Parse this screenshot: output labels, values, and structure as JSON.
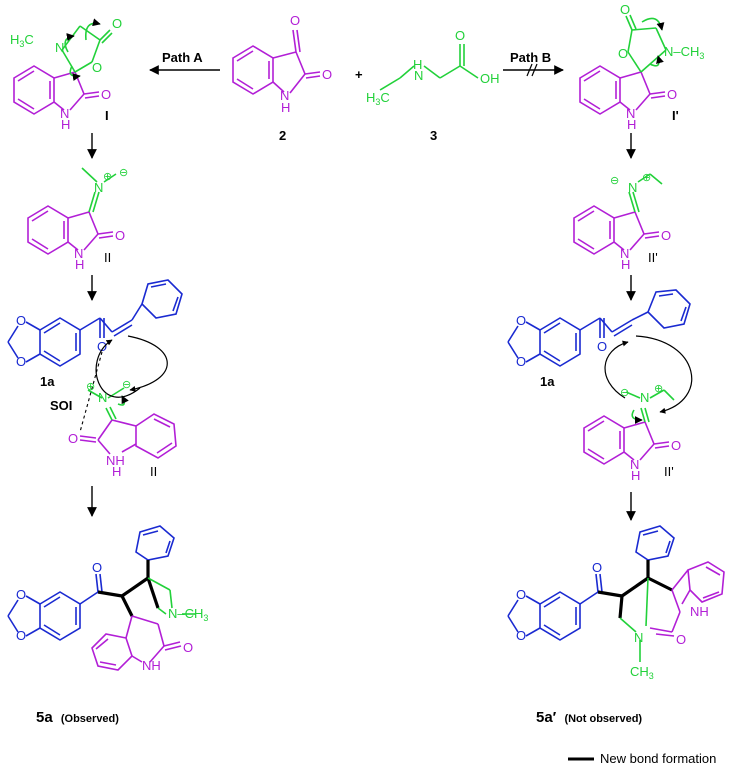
{
  "colors": {
    "isatin": "#b21fd6",
    "sarcosine": "#22d13a",
    "chalcone": "#1a2ad1",
    "arrow": "#000000",
    "new_bond": "#000000"
  },
  "compounds": {
    "isatin_label": "2",
    "sarcosine_label": "3",
    "chalcone_left_label": "1a",
    "chalcone_right_label": "1a",
    "product_observed_id": "5a",
    "product_observed_note": "(Observed)",
    "product_unobserved_id": "5a′",
    "product_unobserved_note": "(Not observed)"
  },
  "intermediates": {
    "oxazolidinone_left": "I",
    "oxazolidinone_right": "I'",
    "ylide_left": "II",
    "ylide_right": "II'",
    "ylide_left_tpl": "II",
    "ylide_right_tpl": "II'"
  },
  "paths": {
    "path_a": "Path A",
    "path_b": "Path B",
    "plus": "+"
  },
  "annotations": {
    "soi": "SOI"
  },
  "atoms": {
    "O": "O",
    "N": "N",
    "NH": "NH",
    "H": "H",
    "OH": "OH",
    "H3C": "H3C",
    "CH3": "CH3",
    "N_CH3": "N–CH3",
    "plus_charge": "⊕",
    "minus_charge": "⊖"
  },
  "legend": {
    "new_bond": "New bond formation"
  }
}
